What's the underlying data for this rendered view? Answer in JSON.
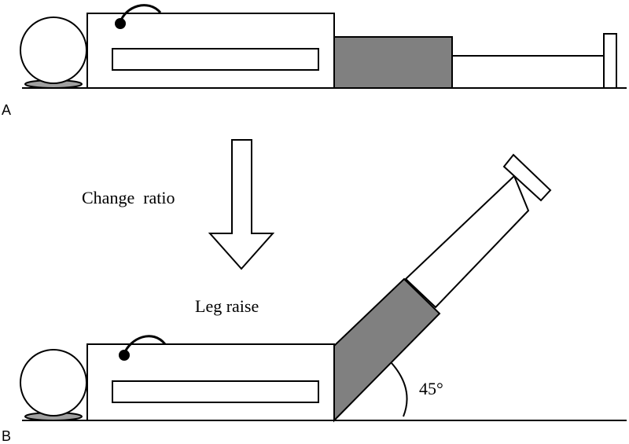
{
  "panels": {
    "a": {
      "label": "A",
      "title": ""
    },
    "b": {
      "label": "B",
      "title": ""
    }
  },
  "annotations": {
    "transition": "Change  ratio",
    "maneuver": "Leg raise",
    "angle": "45°"
  },
  "colors": {
    "background": "#ffffff",
    "line": "#000000",
    "leg_segment_fill": "#808080",
    "pad_fill": "#a0a0a0",
    "sensor_dot": "#000000"
  },
  "icons": {
    "transition_arrow": "down-arrow-icon",
    "sensor": "sensor-dot-icon"
  }
}
